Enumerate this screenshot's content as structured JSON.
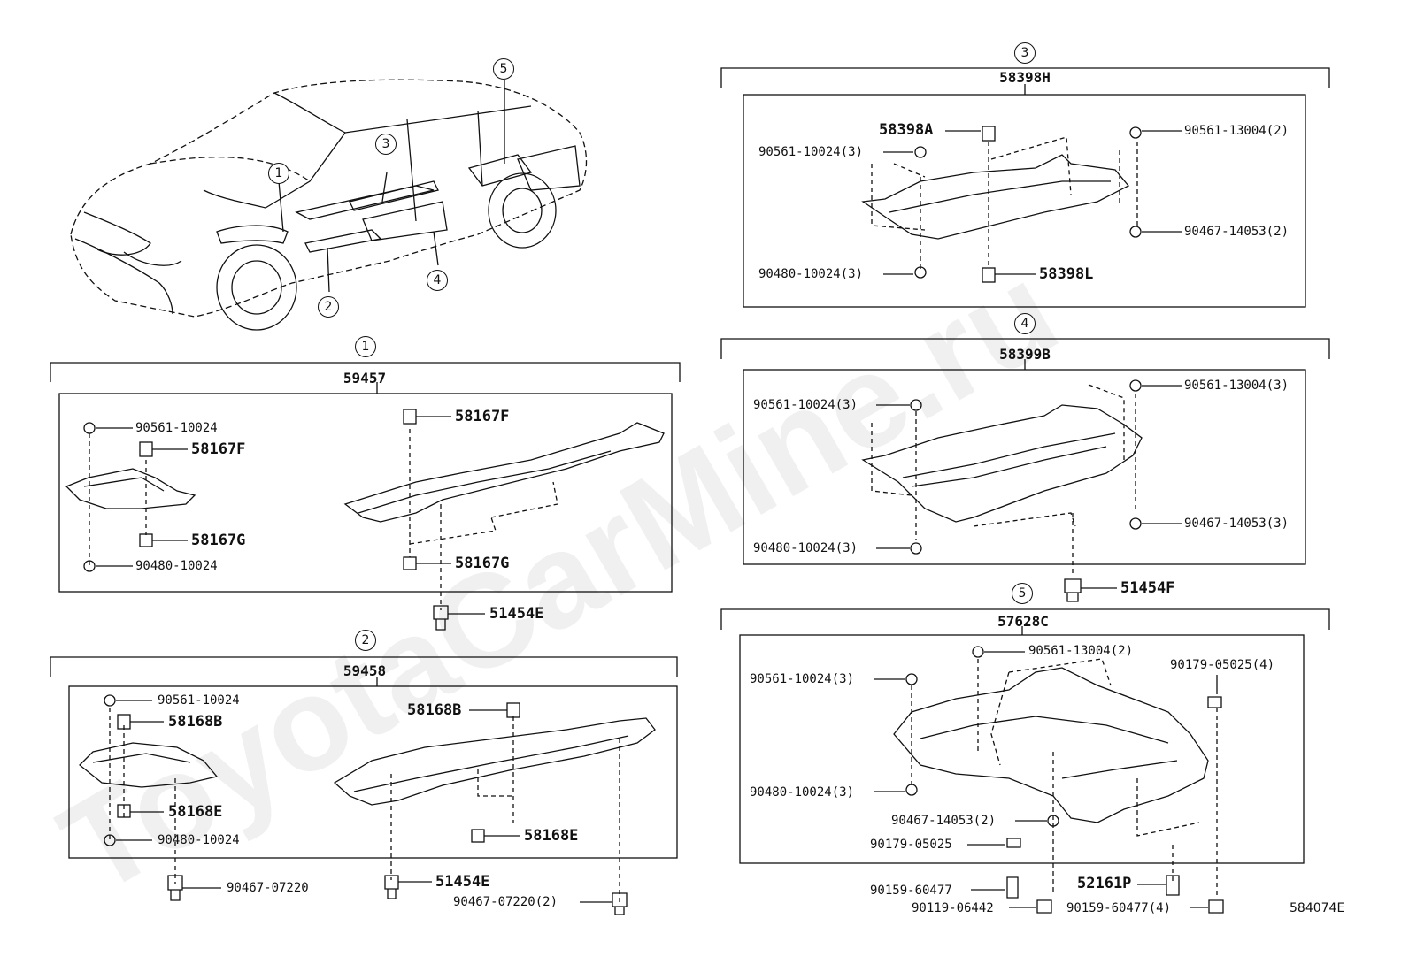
{
  "watermark": "ToyotaCarMine.ru",
  "diagram_code": "584074E",
  "overview_callouts": [
    "1",
    "2",
    "3",
    "4",
    "5"
  ],
  "sections": {
    "s1": {
      "index": "1",
      "assembly": "59457",
      "parts": {
        "a": "90561-10024",
        "b": "58167F",
        "c": "58167G",
        "d": "90480-10024",
        "e": "58167F",
        "f": "58167G",
        "g": "51454E"
      }
    },
    "s2": {
      "index": "2",
      "assembly": "59458",
      "parts": {
        "a": "90561-10024",
        "b": "58168B",
        "c": "58168E",
        "d": "90480-10024",
        "e": "90467-07220",
        "f": "58168B",
        "g": "58168E",
        "h": "51454E",
        "i": "90467-07220(2)"
      }
    },
    "s3": {
      "index": "3",
      "assembly": "58398H",
      "parts": {
        "a": "58398A",
        "b": "90561-10024(3)",
        "c": "90561-13004(2)",
        "d": "90467-14053(2)",
        "e": "90480-10024(3)",
        "f": "58398L"
      }
    },
    "s4": {
      "index": "4",
      "assembly": "58399B",
      "parts": {
        "a": "90561-10024(3)",
        "b": "90561-13004(3)",
        "c": "90467-14053(3)",
        "d": "90480-10024(3)",
        "e": "51454F"
      }
    },
    "s5": {
      "index": "5",
      "assembly": "57628C",
      "parts": {
        "a": "90561-13004(2)",
        "b": "90179-05025(4)",
        "c": "90561-10024(3)",
        "d": "90480-10024(3)",
        "e": "90467-14053(2)",
        "f": "90179-05025",
        "g": "90159-60477",
        "h": "52161P",
        "i": "90119-06442",
        "j": "90159-60477(4)"
      }
    }
  }
}
